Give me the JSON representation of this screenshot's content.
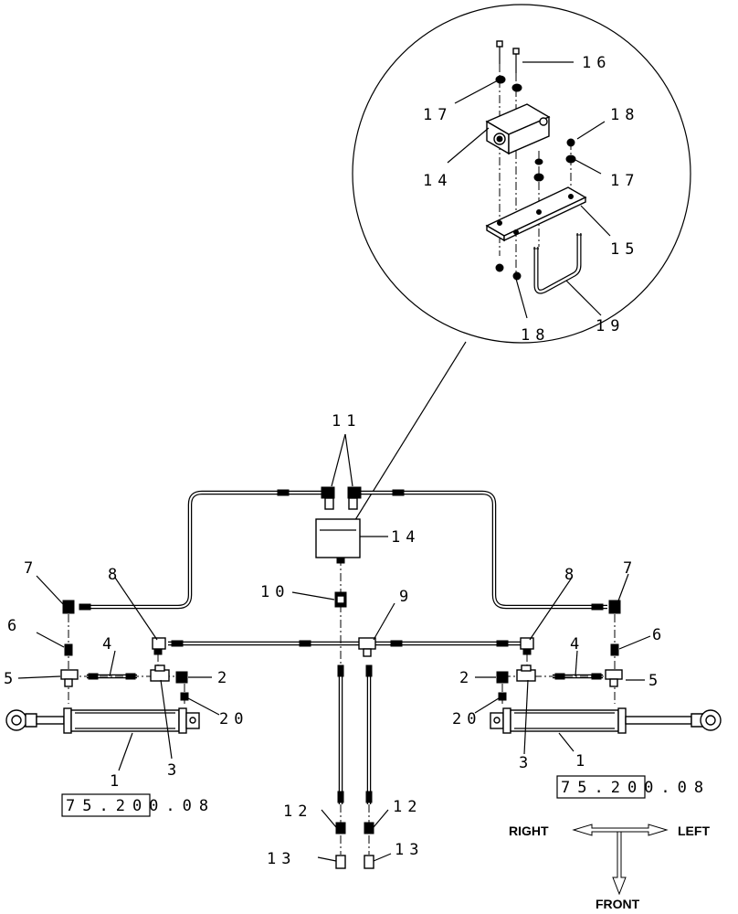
{
  "labels": {
    "n1": "1",
    "n2": "2",
    "n3": "3",
    "n4": "4",
    "n5": "5",
    "n6": "6",
    "n7": "7",
    "n8": "8",
    "n9": "9",
    "n10": "10",
    "n11": "11",
    "n12": "12",
    "n13": "13",
    "n14": "14",
    "n15": "15",
    "n16": "16",
    "n17": "17",
    "n18": "18",
    "n19": "19",
    "n20": "20"
  },
  "references": {
    "left": "75.200.08",
    "right": "75.200.08"
  },
  "directions": {
    "right": "RIGHT",
    "left": "LEFT",
    "front": "FRONT"
  }
}
